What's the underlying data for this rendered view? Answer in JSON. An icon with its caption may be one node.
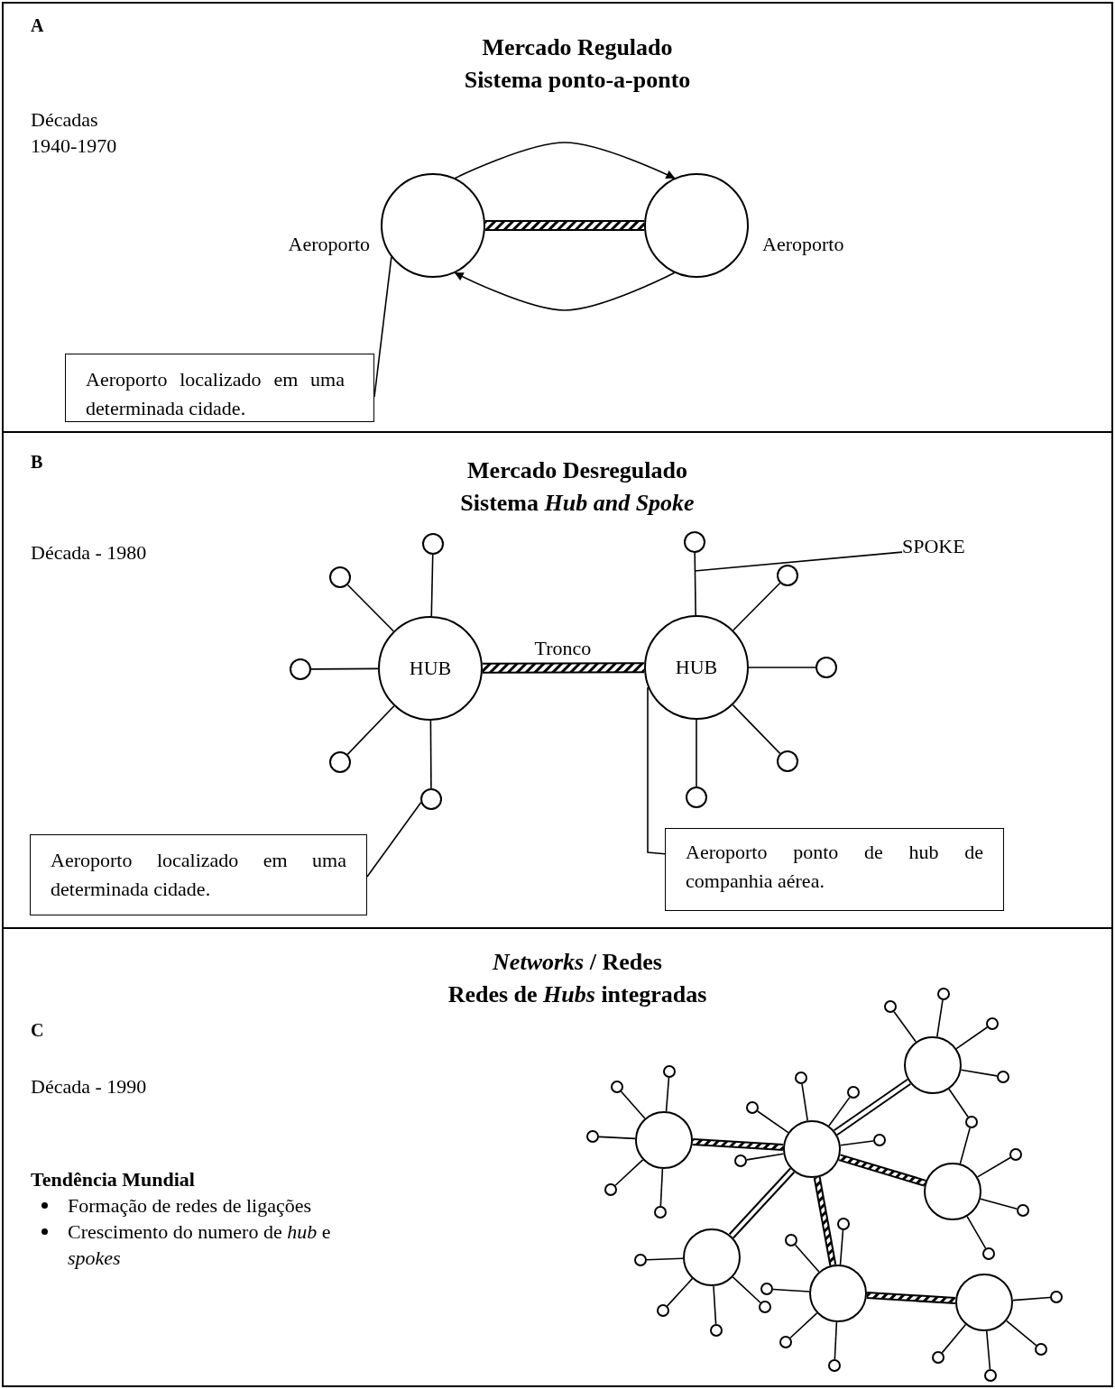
{
  "diagram": {
    "nodes": [
      {
        "text": [
          "A",
          "Mercado Regulado",
          "Sistema ponto-a-ponto",
          "Décadas 1940-1970"
        ]
      },
      {
        "text": [],
        "shape": "circle",
        "in": 0,
        "beside": [
          "Aeroporto"
        ]
      },
      {
        "text": [],
        "shape": "circle",
        "in": 0,
        "beside": [
          "Aeroporto"
        ]
      },
      {
        "text": [
          "Aeroporto localizado em uma determinada cidade."
        ],
        "in": 0
      },
      {
        "text": [
          "B",
          "Mercado Desregulado",
          "Sistema *Hub and Spoke*",
          "Década - 1980"
        ]
      },
      {
        "text": [
          "SPOKE"
        ],
        "in": 4
      },
      {
        "text": [
          "HUB"
        ],
        "in": 4
      },
      {
        "text": [
          "HUB"
        ],
        "in": 4
      },
      {
        "text": [],
        "shape": "circle",
        "in": 4
      },
      {
        "text": [],
        "shape": "circle",
        "in": 4
      },
      {
        "text": [],
        "shape": "circle",
        "in": 4
      },
      {
        "text": [],
        "shape": "circle",
        "in": 4
      },
      {
        "text": [],
        "shape": "circle",
        "in": 4
      },
      {
        "text": [],
        "shape": "circle",
        "in": 4
      },
      {
        "text": [],
        "shape": "circle",
        "in": 4
      },
      {
        "text": [],
        "shape": "circle",
        "in": 4
      },
      {
        "text": [],
        "shape": "circle",
        "in": 4
      },
      {
        "text": [],
        "shape": "circle",
        "in": 4
      },
      {
        "text": [
          "Aeroporto localizado em uma determinada cidade."
        ],
        "in": 4
      },
      {
        "text": [
          "Aeroporto ponto de hub de companhia aérea."
        ],
        "in": 4
      },
      {
        "text": [
          "C",
          "*Networks* / Redes",
          "Redes de *Hubs* integradas",
          "Década - 1990",
          "Tendência Mundial",
          "Formação de redes de ligações",
          "Crescimento do numero de *hub* e *spokes*"
        ]
      },
      {
        "text": [],
        "shape": "circle",
        "in": 20
      },
      {
        "text": [],
        "shape": "circle",
        "in": 20
      },
      {
        "text": [],
        "shape": "circle",
        "in": 20
      },
      {
        "text": [],
        "shape": "circle",
        "in": 20
      },
      {
        "text": [],
        "shape": "circle",
        "in": 20
      },
      {
        "text": [],
        "shape": "circle",
        "in": 20
      },
      {
        "text": [],
        "shape": "circle",
        "in": 20
      },
      {
        "text": [],
        "shape": "circle",
        "in": 20
      },
      {
        "text": [],
        "shape": "circle",
        "in": 20
      },
      {
        "text": [],
        "shape": "circle",
        "in": 20
      },
      {
        "text": [],
        "shape": "circle",
        "in": 20
      },
      {
        "text": [],
        "shape": "circle",
        "in": 20
      },
      {
        "text": [],
        "shape": "circle",
        "in": 20
      },
      {
        "text": [],
        "shape": "circle",
        "in": 20
      },
      {
        "text": [],
        "shape": "circle",
        "in": 20
      },
      {
        "text": [],
        "shape": "circle",
        "in": 20
      },
      {
        "text": [],
        "shape": "circle",
        "in": 20
      },
      {
        "text": [],
        "shape": "circle",
        "in": 20
      },
      {
        "text": [],
        "shape": "circle",
        "in": 20
      },
      {
        "text": [],
        "shape": "circle",
        "in": 20
      },
      {
        "text": [],
        "shape": "circle",
        "in": 20
      },
      {
        "text": [],
        "shape": "circle",
        "in": 20
      },
      {
        "text": [],
        "shape": "circle",
        "in": 20
      },
      {
        "text": [],
        "shape": "circle",
        "in": 20
      },
      {
        "text": [],
        "shape": "circle",
        "in": 20
      },
      {
        "text": [],
        "shape": "circle",
        "in": 20
      },
      {
        "text": [],
        "shape": "circle",
        "in": 20
      },
      {
        "text": [],
        "shape": "circle",
        "in": 20
      },
      {
        "text": [],
        "shape": "circle",
        "in": 20
      },
      {
        "text": [],
        "shape": "circle",
        "in": 20
      },
      {
        "text": [],
        "shape": "circle",
        "in": 20
      },
      {
        "text": [],
        "shape": "circle",
        "in": 20
      },
      {
        "text": [],
        "shape": "circle",
        "in": 20
      },
      {
        "text": [],
        "shape": "circle",
        "in": 20
      },
      {
        "text": [],
        "shape": "circle",
        "in": 20
      },
      {
        "text": [],
        "shape": "circle",
        "in": 20
      },
      {
        "text": [],
        "shape": "circle",
        "in": 20
      },
      {
        "text": [],
        "shape": "circle",
        "in": 20
      }
    ],
    "edges": [
      {
        "from": 1,
        "to": 2,
        "arrow": "to"
      },
      {
        "from": 2,
        "to": 1,
        "arrow": "to"
      },
      {
        "from": 1,
        "to": 2,
        "arrow": "none",
        "style": "thick"
      },
      {
        "from": 3,
        "to": 1,
        "arrow": "none"
      },
      {
        "from": 6,
        "to": 7,
        "arrow": "none",
        "style": "thick",
        "label": "Tronco"
      },
      {
        "from": 6,
        "to": 8,
        "arrow": "none"
      },
      {
        "from": 6,
        "to": 9,
        "arrow": "none"
      },
      {
        "from": 6,
        "to": 10,
        "arrow": "none"
      },
      {
        "from": 6,
        "to": 11,
        "arrow": "none"
      },
      {
        "from": 6,
        "to": 12,
        "arrow": "none"
      },
      {
        "from": 7,
        "to": 13,
        "arrow": "none"
      },
      {
        "from": 7,
        "to": 14,
        "arrow": "none"
      },
      {
        "from": 7,
        "to": 15,
        "arrow": "none"
      },
      {
        "from": 7,
        "to": 16,
        "arrow": "none"
      },
      {
        "from": 7,
        "to": 17,
        "arrow": "none"
      },
      {
        "from": 5,
        "to": null,
        "arrow": "none"
      },
      {
        "from": 18,
        "to": 12,
        "arrow": "none"
      },
      {
        "from": 19,
        "to": 7,
        "arrow": "none"
      },
      {
        "from": 21,
        "to": 22,
        "arrow": "none",
        "style": "thick"
      },
      {
        "from": 22,
        "to": 23,
        "arrow": "none",
        "style": "thick",
        "color": "#ffffff"
      },
      {
        "from": 22,
        "to": 24,
        "arrow": "none",
        "style": "thick"
      },
      {
        "from": 22,
        "to": 25,
        "arrow": "none",
        "style": "thick",
        "color": "#ffffff"
      },
      {
        "from": 22,
        "to": 26,
        "arrow": "none",
        "style": "thick"
      },
      {
        "from": 26,
        "to": 27,
        "arrow": "none",
        "style": "thick"
      },
      {
        "from": 21,
        "to": 28,
        "arrow": "none"
      },
      {
        "from": 21,
        "to": 29,
        "arrow": "none"
      },
      {
        "from": 21,
        "to": 30,
        "arrow": "none"
      },
      {
        "from": 21,
        "to": 31,
        "arrow": "none"
      },
      {
        "from": 21,
        "to": 32,
        "arrow": "none"
      },
      {
        "from": 22,
        "to": 33,
        "arrow": "none"
      },
      {
        "from": 22,
        "to": 34,
        "arrow": "none"
      },
      {
        "from": 22,
        "to": 35,
        "arrow": "none"
      },
      {
        "from": 22,
        "to": 36,
        "arrow": "none"
      },
      {
        "from": 22,
        "to": 37,
        "arrow": "none"
      },
      {
        "from": 23,
        "to": 38,
        "arrow": "none"
      },
      {
        "from": 23,
        "to": 39,
        "arrow": "none"
      },
      {
        "from": 23,
        "to": 40,
        "arrow": "none"
      },
      {
        "from": 23,
        "to": 41,
        "arrow": "none"
      },
      {
        "from": 23,
        "to": 42,
        "arrow": "none"
      },
      {
        "from": 24,
        "to": 42,
        "arrow": "none"
      },
      {
        "from": 24,
        "to": 43,
        "arrow": "none"
      },
      {
        "from": 24,
        "to": 44,
        "arrow": "none"
      },
      {
        "from": 24,
        "to": 45,
        "arrow": "none"
      },
      {
        "from": 25,
        "to": 46,
        "arrow": "none"
      },
      {
        "from": 25,
        "to": 47,
        "arrow": "none"
      },
      {
        "from": 25,
        "to": 48,
        "arrow": "none"
      },
      {
        "from": 25,
        "to": 49,
        "arrow": "none"
      },
      {
        "from": 26,
        "to": 50,
        "arrow": "none"
      },
      {
        "from": 26,
        "to": 51,
        "arrow": "none"
      },
      {
        "from": 26,
        "to": 52,
        "arrow": "none"
      },
      {
        "from": 26,
        "to": 53,
        "arrow": "none"
      },
      {
        "from": 26,
        "to": 54,
        "arrow": "none"
      },
      {
        "from": 27,
        "to": 55,
        "arrow": "none"
      },
      {
        "from": 27,
        "to": 56,
        "arrow": "none"
      },
      {
        "from": 27,
        "to": 57,
        "arrow": "none"
      },
      {
        "from": 27,
        "to": 58,
        "arrow": "none"
      }
    ]
  }
}
